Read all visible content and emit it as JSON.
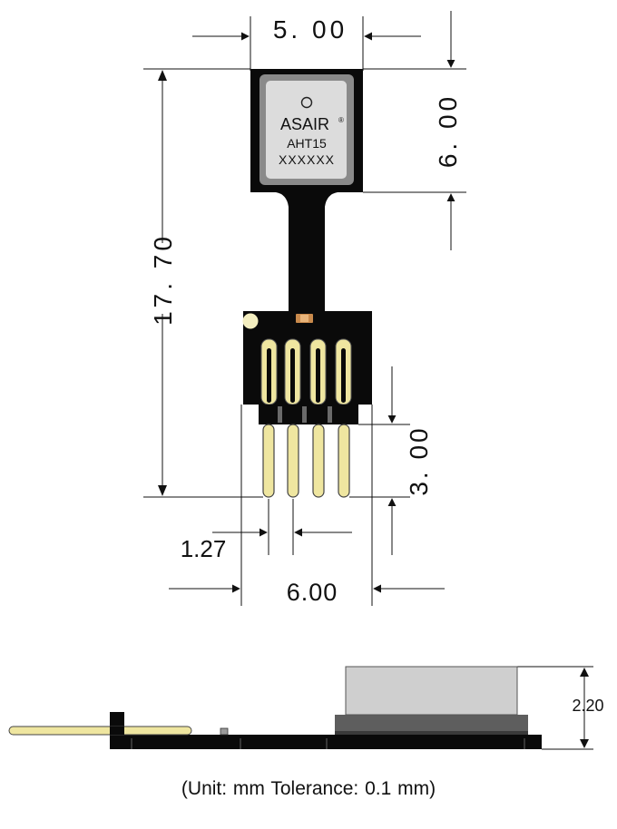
{
  "dimensions": {
    "sensor_width": "5. 00",
    "sensor_height": "6. 00",
    "total_length": "17. 70",
    "pin_length": "3. 00",
    "pin_pitch": "1.27",
    "board_width": "6.00",
    "side_height": "2.20"
  },
  "chip": {
    "brand": "ASAIR",
    "registered_mark": "®",
    "model": "AHT15",
    "code": "XXXXXX"
  },
  "footer": {
    "note": "(Unit: mm   Tolerance: 0.1 mm)"
  },
  "colors": {
    "board": "#0a0a0a",
    "chip_border": "#8a8a8a",
    "chip_face": "#dcdcdc",
    "pin": "#efe6a0",
    "pin_outline": "#444444",
    "lid": "#cfcfcf",
    "base": "#5e5e5e",
    "hole": "#f4eec0",
    "smd": "#c98a4c",
    "line": "#111111"
  }
}
